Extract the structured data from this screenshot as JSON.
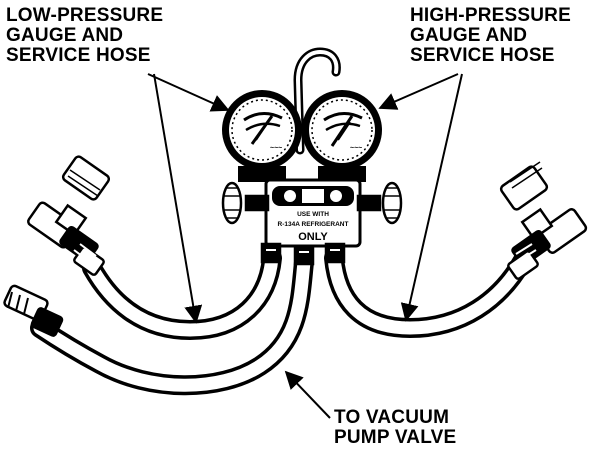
{
  "labels": {
    "low_pressure": [
      "LOW-PRESSURE",
      "GAUGE AND",
      "SERVICE HOSE"
    ],
    "high_pressure": [
      "HIGH-PRESSURE",
      "GAUGE AND",
      "SERVICE HOSE"
    ],
    "vacuum": [
      "TO VACUUM",
      "PUMP VALVE"
    ]
  },
  "manifold_plate": {
    "line1": "USE WITH",
    "line2": "R-134A REFRIGERANT",
    "line3": "ONLY"
  },
  "colors": {
    "ink": "#000000",
    "paper": "#ffffff"
  }
}
